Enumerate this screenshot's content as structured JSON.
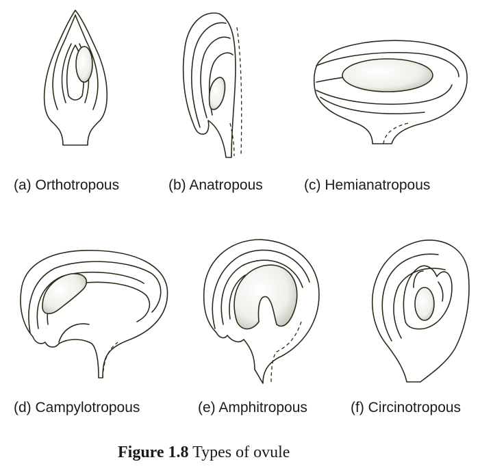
{
  "ovules": [
    {
      "label": "(a) Orthotropous"
    },
    {
      "label": "(b) Anatropous"
    },
    {
      "label": "(c) Hemianatropous"
    },
    {
      "label": "(d) Campylotropous"
    },
    {
      "label": "(e) Amphitropous"
    },
    {
      "label": "(f) Circinotropous"
    }
  ],
  "caption": {
    "number": "Figure 1.8",
    "text": " Types of ovule"
  },
  "colors": {
    "ovule_fill": "#f2ee3c",
    "ovule_highlight": "#fdfbc8",
    "embryo_sac": "#eef0ea"
  }
}
